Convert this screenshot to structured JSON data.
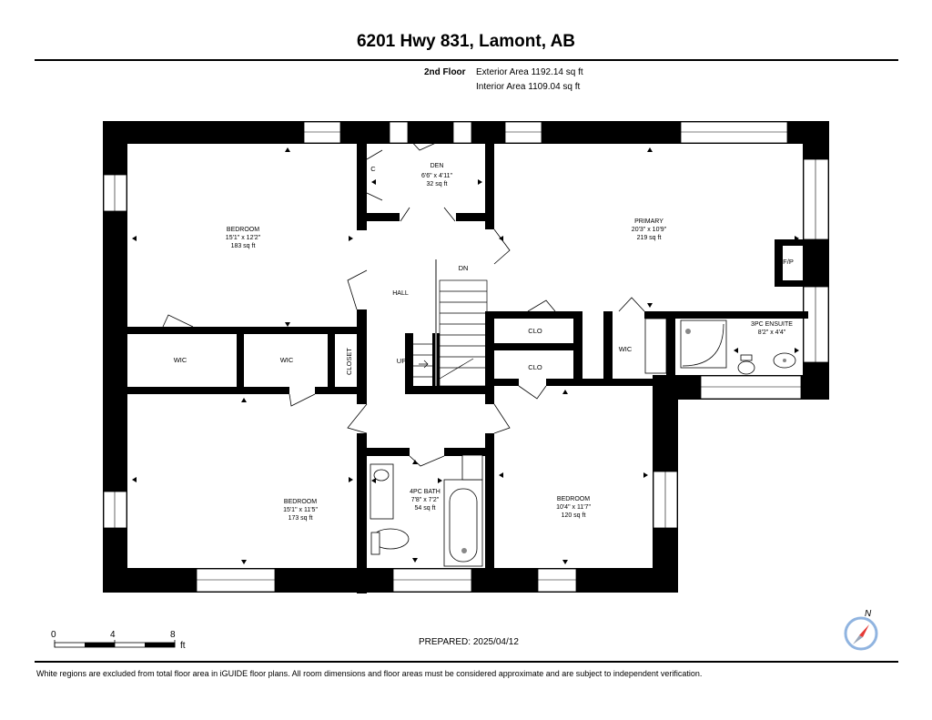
{
  "header": {
    "title": "6201 Hwy 831, Lamont, AB",
    "floor_label": "2nd Floor",
    "exterior_area": "Exterior Area 1192.14 sq ft",
    "interior_area": "Interior Area 1109.04 sq ft"
  },
  "rooms": {
    "bedroom_nw": {
      "name": "BEDROOM",
      "dims": "15'1\" x 12'2\"",
      "area": "183 sq ft"
    },
    "den": {
      "name": "DEN",
      "dims": "6'6\" x 4'11\"",
      "area": "32 sq ft"
    },
    "primary": {
      "name": "PRIMARY",
      "dims": "20'3\" x 10'9\"",
      "area": "219 sq ft"
    },
    "hall": {
      "name": "HALL"
    },
    "ensuite": {
      "name": "3PC ENSUITE",
      "dims": "8'2\" x 4'4\""
    },
    "bedroom_sw": {
      "name": "BEDROOM",
      "dims": "15'1\" x 11'5\"",
      "area": "173 sq ft"
    },
    "bath": {
      "name": "4PC BATH",
      "dims": "7'8\" x 7'2\"",
      "area": "54 sq ft"
    },
    "bedroom_se": {
      "name": "BEDROOM",
      "dims": "10'4\" x 11'7\"",
      "area": "120 sq ft"
    }
  },
  "labels": {
    "wic_1": "WIC",
    "wic_2": "WIC",
    "wic_3": "WIC",
    "closet": "CLOSET",
    "clo_1": "CLO",
    "clo_2": "CLO",
    "c": "C",
    "fp": "F/P",
    "dn": "DN",
    "up": "UP"
  },
  "scale": {
    "ticks": [
      "0",
      "4",
      "8"
    ],
    "unit": "ft"
  },
  "compass": {
    "label": "N",
    "icon": "compass-icon"
  },
  "prepared": "PREPARED:  2025/04/12",
  "footer_note": "White regions are excluded from total floor area in iGUIDE floor plans. All room dimensions and floor areas must be considered approximate and are subject to independent verification.",
  "colors": {
    "wall": "#000000",
    "background": "#ffffff",
    "compass_needle": "#e53935",
    "compass_ring": "#90b4e0"
  }
}
